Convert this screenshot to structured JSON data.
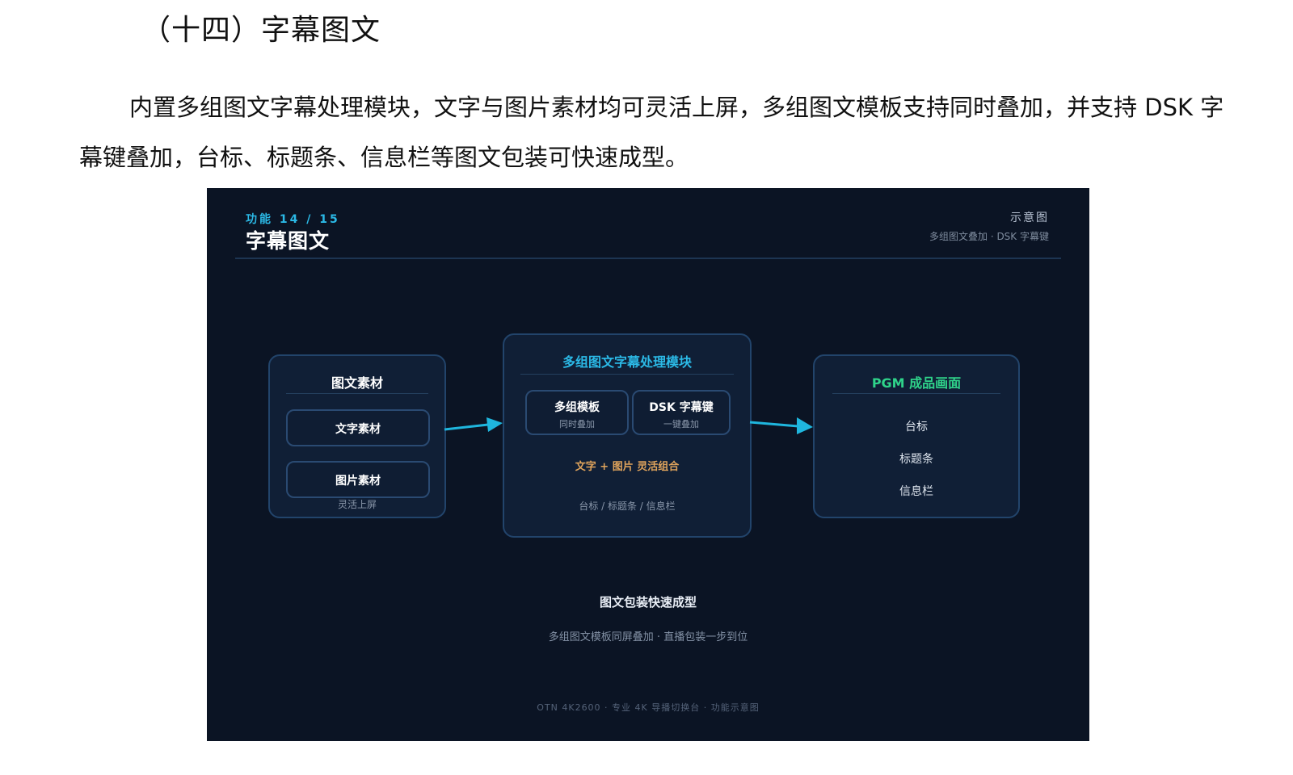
{
  "heading": "（十四）字幕图文",
  "paragraph": {
    "before": "内置多组图文字幕处理模块，文字与图片素材均可灵活上屏，多组图文模板支持同时叠加，并支持 ",
    "latin": "DSK",
    "after": " 字幕键叠加，台标、标题条、信息栏等图文包装可快速成型。"
  },
  "panel": {
    "kicker": "功能 14 / 15",
    "title": "字幕图文",
    "tag": "示意图",
    "tag_sub": "多组图文叠加 · DSK 字幕键",
    "left_box": {
      "title": "图文素材",
      "items": [
        "文字素材",
        "图片素材"
      ],
      "note": "灵活上屏"
    },
    "center_box": {
      "title": "多组图文字幕处理模块",
      "modules": [
        {
          "label": "多组模板",
          "sub": "同时叠加"
        },
        {
          "label": "DSK 字幕键",
          "sub": "一键叠加"
        }
      ],
      "combo": "文字 + 图片 灵活组合",
      "outputs": "台标 / 标题条 / 信息栏"
    },
    "right_box": {
      "title": "PGM 成品画面",
      "items": [
        "台标",
        "标题条",
        "信息栏"
      ]
    },
    "footer_title": "图文包装快速成型",
    "footer_sub": "多组图文模板同屏叠加 · 直播包装一步到位",
    "credit": "OTN 4K2600 · 专业 4K 导播切换台 · 功能示意图"
  },
  "colors": {
    "panel_bg": "#0b1424",
    "accent_cyan": "#2bb9e6",
    "accent_green": "#2fd38a",
    "accent_orange": "#e0a45c",
    "arrow": "#1fb6de"
  }
}
